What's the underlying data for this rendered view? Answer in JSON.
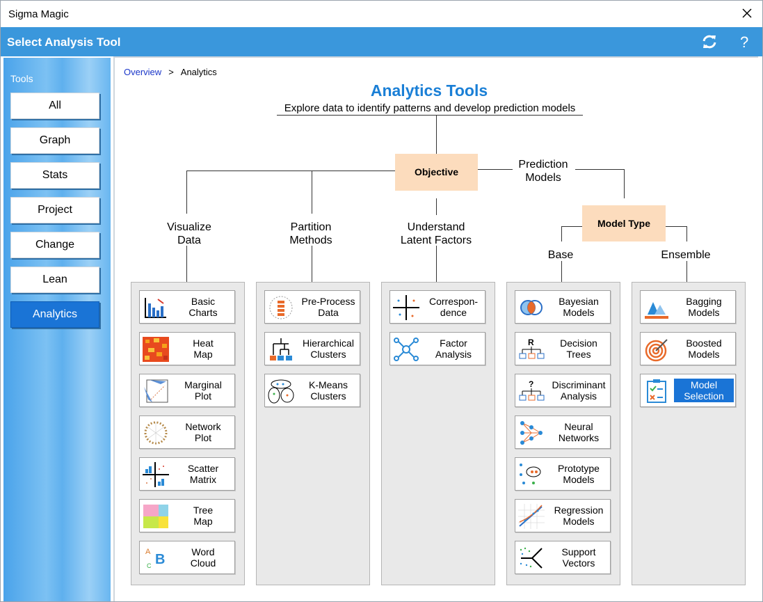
{
  "window": {
    "title": "Sigma Magic"
  },
  "header": {
    "title": "Select Analysis Tool"
  },
  "sidebar": {
    "label": "Tools",
    "items": [
      "All",
      "Graph",
      "Stats",
      "Project",
      "Change",
      "Lean",
      "Analytics"
    ],
    "active": "Analytics"
  },
  "breadcrumb": {
    "link": "Overview",
    "sep": ">",
    "current": "Analytics"
  },
  "page": {
    "title": "Analytics Tools",
    "subtitle": "Explore data to identify patterns and develop prediction models"
  },
  "tree": {
    "objective": "Objective",
    "prediction": [
      "Prediction",
      "Models"
    ],
    "model_type": "Model Type",
    "base": "Base",
    "ensemble": "Ensemble",
    "categories": [
      {
        "l1": "Visualize",
        "l2": "Data"
      },
      {
        "l1": "Partition",
        "l2": "Methods"
      },
      {
        "l1": "Understand",
        "l2": "Latent Factors"
      }
    ]
  },
  "tools": {
    "visualize": [
      {
        "icon": "basic-charts-icon",
        "l1": "Basic",
        "l2": "Charts"
      },
      {
        "icon": "heat-map-icon",
        "l1": "Heat",
        "l2": "Map"
      },
      {
        "icon": "marginal-plot-icon",
        "l1": "Marginal",
        "l2": "Plot"
      },
      {
        "icon": "network-plot-icon",
        "l1": "Network",
        "l2": "Plot"
      },
      {
        "icon": "scatter-matrix-icon",
        "l1": "Scatter",
        "l2": "Matrix"
      },
      {
        "icon": "tree-map-icon",
        "l1": "Tree",
        "l2": "Map"
      },
      {
        "icon": "word-cloud-icon",
        "l1": "Word",
        "l2": "Cloud"
      }
    ],
    "partition": [
      {
        "icon": "pre-process-icon",
        "l1": "Pre-Process",
        "l2": "Data"
      },
      {
        "icon": "hierarchical-clusters-icon",
        "l1": "Hierarchical",
        "l2": "Clusters"
      },
      {
        "icon": "k-means-icon",
        "l1": "K-Means",
        "l2": "Clusters"
      }
    ],
    "latent": [
      {
        "icon": "correspondence-icon",
        "l1": "Correspon-",
        "l2": "dence"
      },
      {
        "icon": "factor-analysis-icon",
        "l1": "Factor",
        "l2": "Analysis"
      }
    ],
    "base": [
      {
        "icon": "bayesian-icon",
        "l1": "Bayesian",
        "l2": "Models"
      },
      {
        "icon": "decision-trees-icon",
        "l1": "Decision",
        "l2": "Trees"
      },
      {
        "icon": "discriminant-icon",
        "l1": "Discriminant",
        "l2": "Analysis"
      },
      {
        "icon": "neural-networks-icon",
        "l1": "Neural",
        "l2": "Networks"
      },
      {
        "icon": "prototype-icon",
        "l1": "Prototype",
        "l2": "Models"
      },
      {
        "icon": "regression-icon",
        "l1": "Regression",
        "l2": "Models"
      },
      {
        "icon": "support-vectors-icon",
        "l1": "Support",
        "l2": "Vectors"
      }
    ],
    "ensemble": [
      {
        "icon": "bagging-icon",
        "l1": "Bagging",
        "l2": "Models"
      },
      {
        "icon": "boosted-icon",
        "l1": "Boosted",
        "l2": "Models"
      },
      {
        "icon": "model-selection-icon",
        "l1": "Model",
        "l2": "Selection"
      }
    ]
  },
  "icon_glyphs": {
    "dt": "R",
    "da": "?",
    "wc_a": "A",
    "wc_b": "B",
    "wc_c": "C"
  },
  "colors": {
    "header": "#3a97dc",
    "active": "#1a74d6",
    "title": "#1a7fd6",
    "box": "#fcdcbd"
  }
}
